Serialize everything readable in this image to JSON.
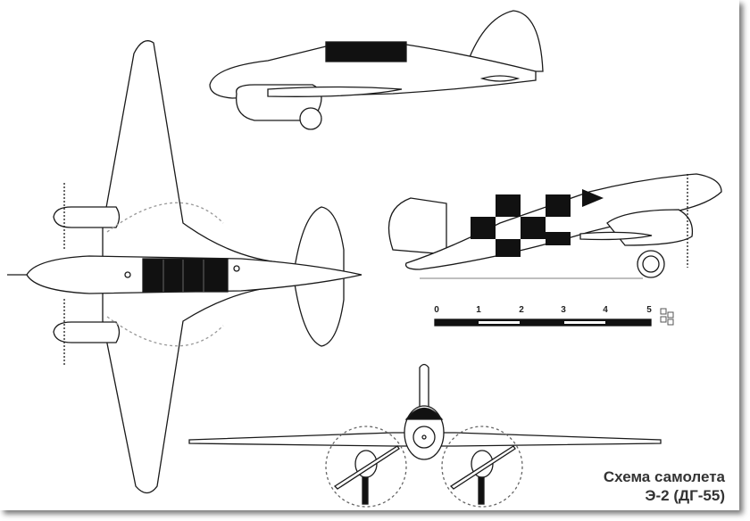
{
  "caption": {
    "line1": "Схема самолета",
    "line2": "Э-2 (ДГ-55)"
  },
  "scale_bar": {
    "labels": [
      "0",
      "1",
      "2",
      "3",
      "4",
      "5"
    ]
  },
  "colors": {
    "ink": "#1a1a1a",
    "fill": "#ffffff",
    "dark": "#111111"
  }
}
